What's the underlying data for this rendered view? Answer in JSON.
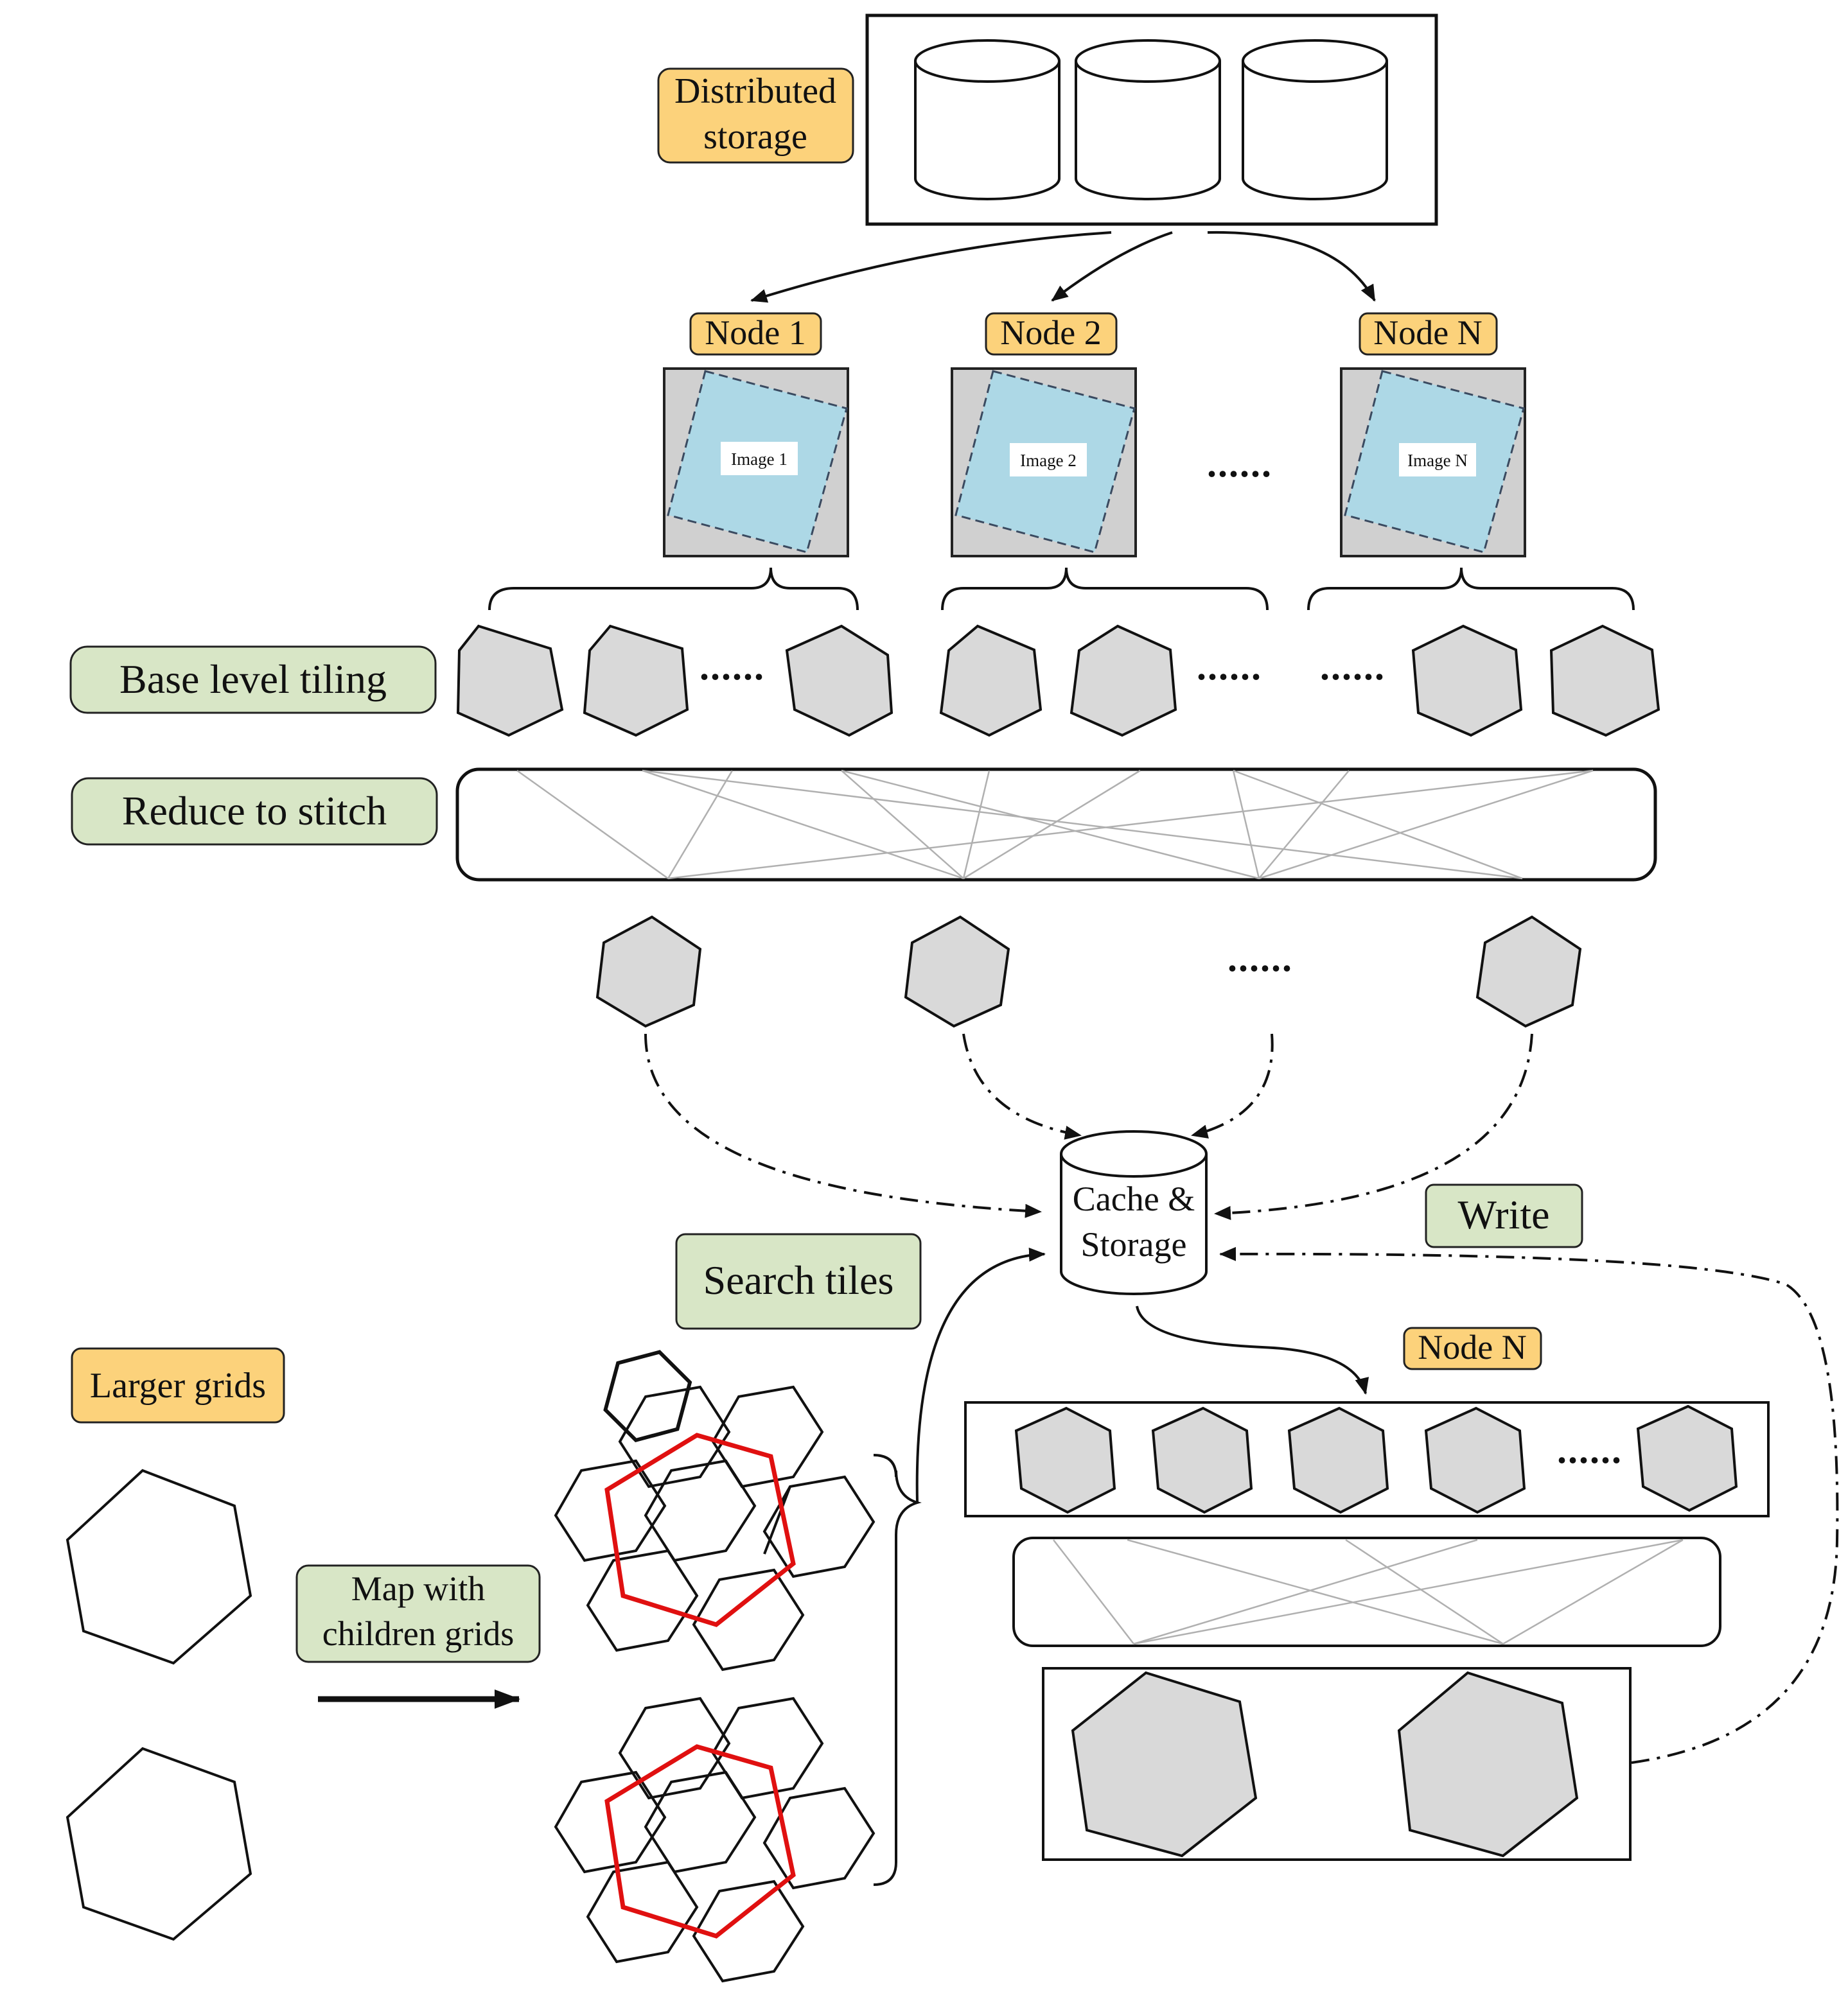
{
  "labels": {
    "distributed_storage_l1": "Distributed",
    "distributed_storage_l2": "storage",
    "node1": "Node 1",
    "node2": "Node 2",
    "nodeN": "Node N",
    "image1": "Image 1",
    "image2": "Image 2",
    "imageN": "Image N",
    "ellipsis": "......",
    "base_level_tiling": "Base level tiling",
    "reduce_to_stitch": "Reduce to stitch",
    "cache_l1": "Cache &",
    "cache_l2": "Storage",
    "write": "Write",
    "search_tiles": "Search tiles",
    "larger_grids": "Larger grids",
    "map_l1": "Map with",
    "map_l2": "children grids",
    "nodeN_bottom": "Node N"
  },
  "colors": {
    "orange_label": "#fcd27b",
    "green_label": "#d8e6c6",
    "hex_fill": "#d9d9d9",
    "image_fill": "#add8e6",
    "red_hex": "#e01010"
  }
}
